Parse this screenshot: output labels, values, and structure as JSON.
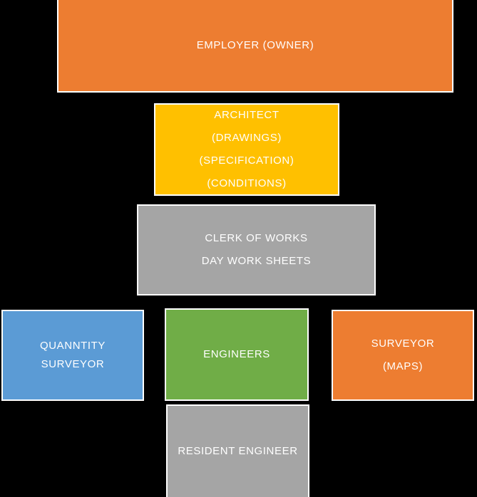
{
  "diagram": {
    "title": "construction project organization chart",
    "background_color": "#000000",
    "text_color": "#FFFFFF",
    "border_color": "#FFFFFF",
    "boxes": [
      {
        "id": "employer",
        "color": "#ED7D31",
        "lines": [
          "EMPLOYER (OWNER)"
        ]
      },
      {
        "id": "architect",
        "color": "#FFC000",
        "lines": [
          "ARCHITECT",
          "(DRAWINGS)",
          "(SPECIFICATION)",
          "(CONDITIONS)"
        ]
      },
      {
        "id": "clerk-of-works",
        "color": "#A5A5A5",
        "lines": [
          "CLERK OF WORKS",
          "DAY WORK SHEETS"
        ]
      },
      {
        "id": "quantity-surveyor",
        "color": "#5B9BD5",
        "lines": [
          "QUANNTITY",
          "SURVEYOR"
        ]
      },
      {
        "id": "engineers",
        "color": "#70AD47",
        "lines": [
          "ENGINEERS"
        ]
      },
      {
        "id": "surveyor",
        "color": "#ED7D31",
        "lines": [
          "SURVEYOR",
          "(MAPS)"
        ]
      },
      {
        "id": "resident-engineer",
        "color": "#A5A5A5",
        "lines": [
          "RESIDENT ENGINEER"
        ]
      }
    ]
  }
}
